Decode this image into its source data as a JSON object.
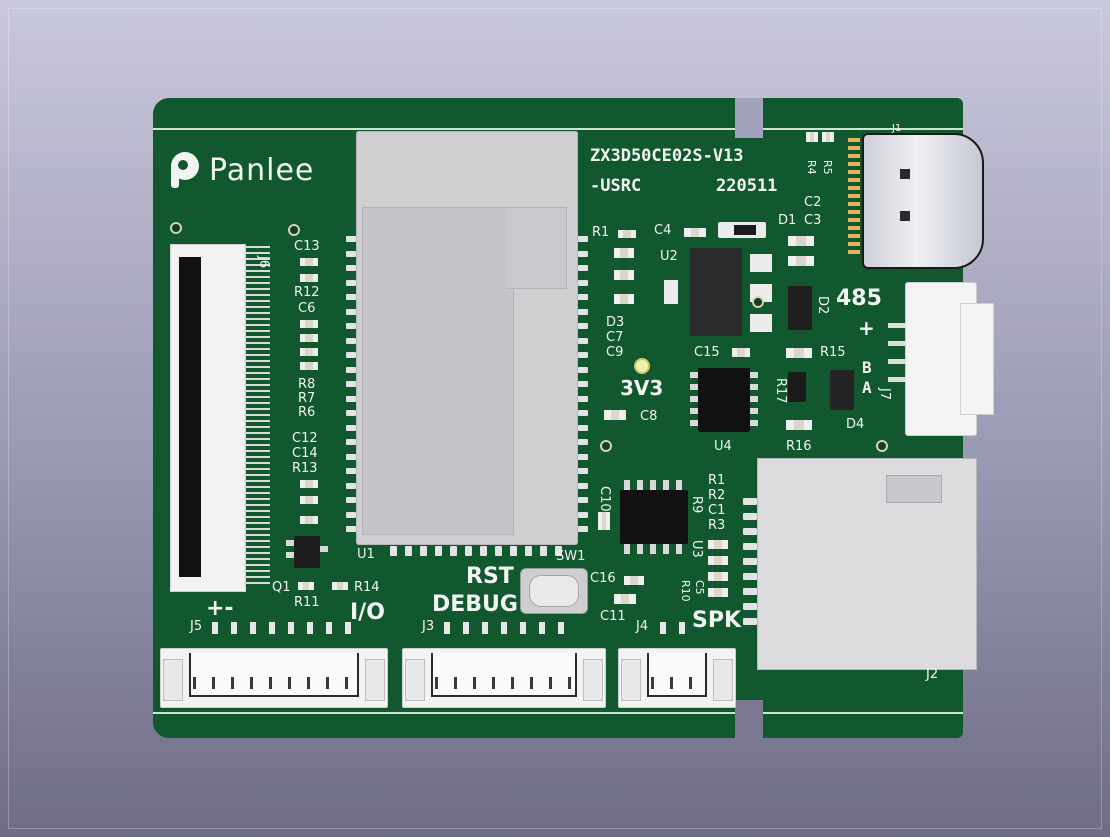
{
  "board": {
    "brand": "Panlee",
    "model_line1": "ZX3D50CE02S-V13",
    "model_line2": "-USRC",
    "date_code": "220511"
  },
  "labels": {
    "u1": "U1",
    "u2": "U2",
    "u3": "U3",
    "u4": "U4",
    "j1": "J1",
    "j2": "J2",
    "j3": "J3",
    "j4": "J4",
    "j5": "J5",
    "j6": "J6",
    "j7": "J7",
    "sw1": "SW1",
    "q1": "Q1",
    "d1": "D1",
    "d2": "D2",
    "d3": "D3",
    "d4": "D4",
    "rst": "RST",
    "debug": "DEBUG",
    "io": "I/O",
    "spk": "SPK",
    "v33": "3V3",
    "rs485": "485",
    "plus": "+",
    "b": "B",
    "a": "A",
    "pm": "+-",
    "c13": "C13",
    "r12": "R12",
    "c6": "C6",
    "r8": "R8",
    "r7": "R7",
    "r6": "R6",
    "c12": "C12",
    "c14": "C14",
    "r13": "R13",
    "r11": "R11",
    "r14": "R14",
    "r1a": "R1",
    "c4": "C4",
    "c2": "C2",
    "c3": "C3",
    "r4": "R4",
    "r5": "R5",
    "c7": "C7",
    "c9": "C9",
    "c8": "C8",
    "c15": "C15",
    "r15": "R15",
    "r17": "R17",
    "r16": "R16",
    "c10": "C10",
    "r1b": "R1",
    "r2": "R2",
    "c1": "C1",
    "r3": "R3",
    "r9": "R9",
    "c16": "C16",
    "c11": "C11",
    "c5": "C5",
    "r10": "R10"
  },
  "colors": {
    "pcb": "#12582e",
    "silkscreen": "#f2f4f2",
    "background_top": "#c9c8dc",
    "background_bottom": "#6e6d84"
  }
}
